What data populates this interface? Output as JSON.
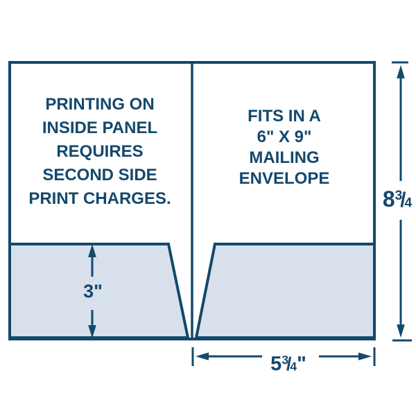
{
  "diagram": {
    "left_panel": {
      "note": "PRINTING ON\nINSIDE PANEL\nREQUIRES\nSECOND SIDE\nPRINT CHARGES."
    },
    "right_panel": {
      "note": "FITS IN A\n6\" X 9\"\nMAILING\nENVELOPE"
    },
    "dimensions": {
      "pocket_height": "3\"",
      "panel_width": {
        "whole": "5",
        "numerator": "3",
        "slash": "/",
        "denominator": "4",
        "unit": "\""
      },
      "folder_height": {
        "whole": "8",
        "numerator": "3",
        "slash": "/",
        "denominator": "4"
      }
    },
    "colors": {
      "line": "#14486C",
      "text": "#14486C",
      "pocket_fill": "#D8E0EB",
      "background": "#FFFFFF"
    }
  }
}
